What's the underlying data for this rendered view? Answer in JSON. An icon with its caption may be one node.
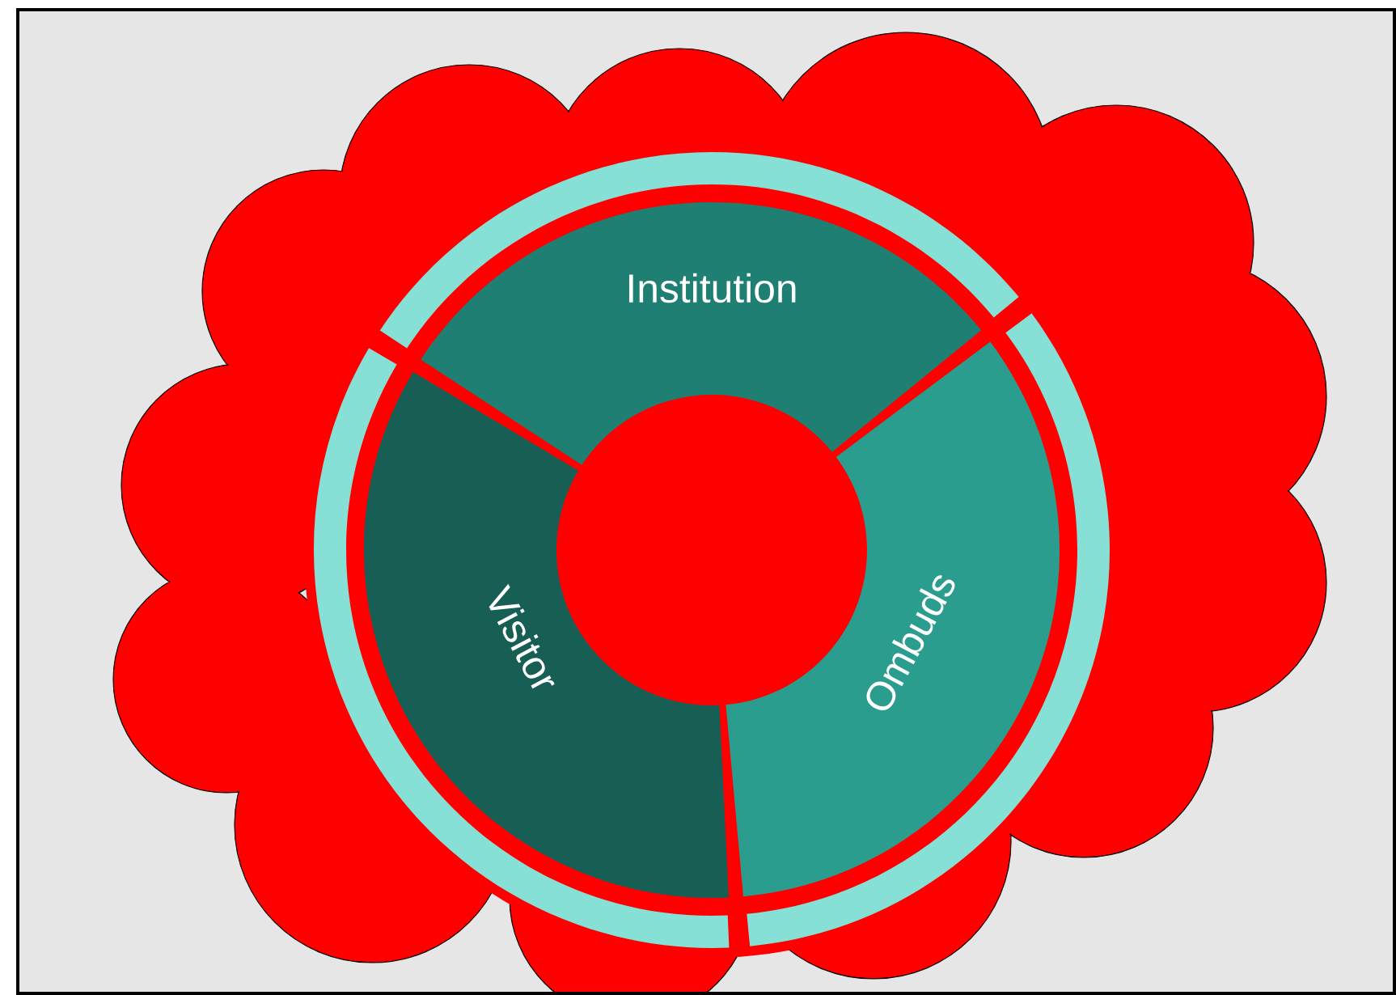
{
  "diagram": {
    "nodes": [
      {
        "text": [
          "Institution"
        ]
      },
      {
        "text": [
          "Visitor"
        ]
      },
      {
        "text": [
          "Ombuds"
        ]
      }
    ]
  }
}
